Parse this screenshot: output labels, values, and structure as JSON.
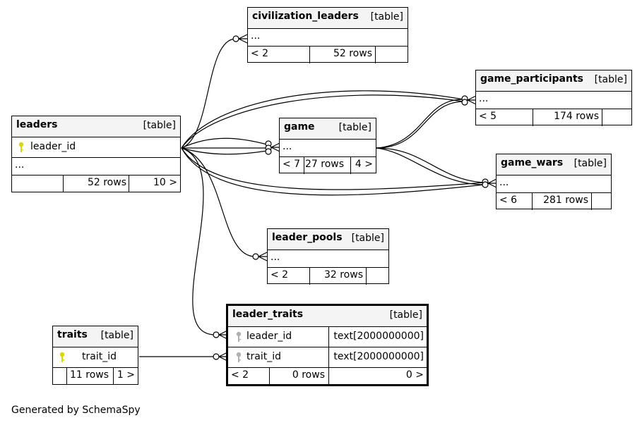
{
  "colors": {
    "pk": "#d8d800",
    "fk": "#b0b0b0",
    "header_bg": "#f4f4f4"
  },
  "footer": "Generated by SchemaSpy",
  "tables": {
    "civilization_leaders": {
      "name": "civilization_leaders",
      "kind": "[table]",
      "body": "...",
      "parents": "< 2",
      "rows": "52 rows"
    },
    "game_participants": {
      "name": "game_participants",
      "kind": "[table]",
      "body": "...",
      "parents": "< 5",
      "rows": "174 rows"
    },
    "leaders": {
      "name": "leaders",
      "kind": "[table]",
      "pk_col": "leader_id",
      "body": "...",
      "rows": "52 rows",
      "children": "10 >"
    },
    "game": {
      "name": "game",
      "kind": "[table]",
      "body": "...",
      "parents": "< 7",
      "rows": "27 rows",
      "children": "4 >"
    },
    "game_wars": {
      "name": "game_wars",
      "kind": "[table]",
      "body": "...",
      "parents": "< 6",
      "rows": "281 rows"
    },
    "leader_pools": {
      "name": "leader_pools",
      "kind": "[table]",
      "body": "...",
      "parents": "< 2",
      "rows": "32 rows"
    },
    "traits": {
      "name": "traits",
      "kind": "[table]",
      "pk_col": "trait_id",
      "rows": "11 rows",
      "children": "1 >"
    },
    "leader_traits": {
      "name": "leader_traits",
      "kind": "[table]",
      "columns": [
        {
          "name": "leader_id",
          "type": "text[2000000000]"
        },
        {
          "name": "trait_id",
          "type": "text[2000000000]"
        }
      ],
      "parents": "< 2",
      "rows": "0 rows",
      "children": "0 >"
    }
  }
}
